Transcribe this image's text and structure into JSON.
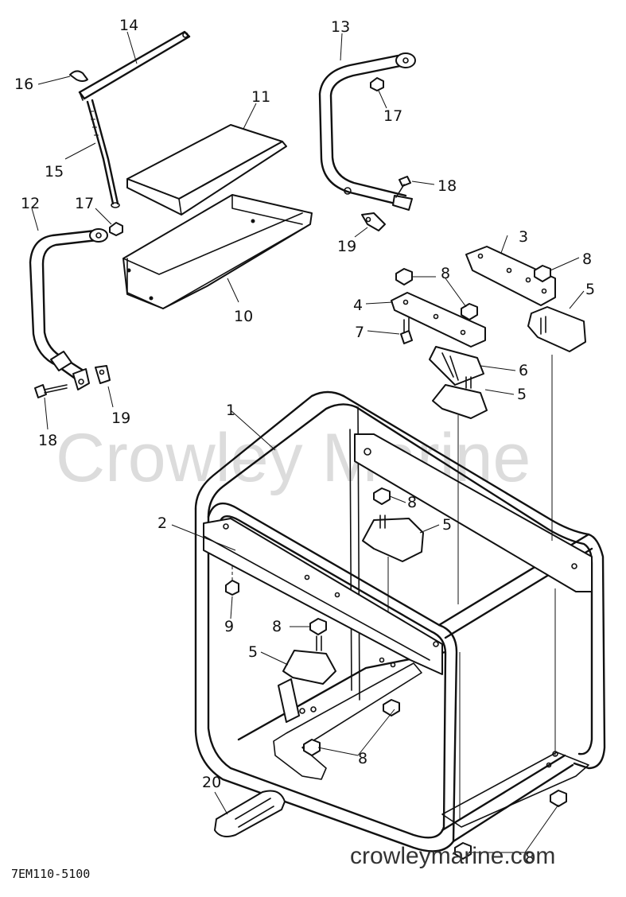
{
  "diagram": {
    "callouts": [
      {
        "id": "c14",
        "text": "14"
      },
      {
        "id": "c16",
        "text": "16"
      },
      {
        "id": "c11",
        "text": "11"
      },
      {
        "id": "c13",
        "text": "13"
      },
      {
        "id": "c17a",
        "text": "17"
      },
      {
        "id": "c15",
        "text": "15"
      },
      {
        "id": "c18a",
        "text": "18"
      },
      {
        "id": "c12",
        "text": "12"
      },
      {
        "id": "c17b",
        "text": "17"
      },
      {
        "id": "c19a",
        "text": "19"
      },
      {
        "id": "c3",
        "text": "3"
      },
      {
        "id": "c8a",
        "text": "8"
      },
      {
        "id": "c8b",
        "text": "8"
      },
      {
        "id": "c5a",
        "text": "5"
      },
      {
        "id": "c10",
        "text": "10"
      },
      {
        "id": "c4",
        "text": "4"
      },
      {
        "id": "c7",
        "text": "7"
      },
      {
        "id": "c6",
        "text": "6"
      },
      {
        "id": "c5b",
        "text": "5"
      },
      {
        "id": "c19b",
        "text": "19"
      },
      {
        "id": "c18b",
        "text": "18"
      },
      {
        "id": "c1",
        "text": "1"
      },
      {
        "id": "c8c",
        "text": "8"
      },
      {
        "id": "c2",
        "text": "2"
      },
      {
        "id": "c5c",
        "text": "5"
      },
      {
        "id": "c9",
        "text": "9"
      },
      {
        "id": "c8d",
        "text": "8"
      },
      {
        "id": "c5d",
        "text": "5"
      },
      {
        "id": "c8e",
        "text": "8"
      },
      {
        "id": "c20",
        "text": "20"
      },
      {
        "id": "c8f",
        "text": "8"
      }
    ],
    "diagram_code": "7EM110-5100",
    "watermark": "Crowley Marine",
    "site_watermark": "crowleymarine.com"
  }
}
